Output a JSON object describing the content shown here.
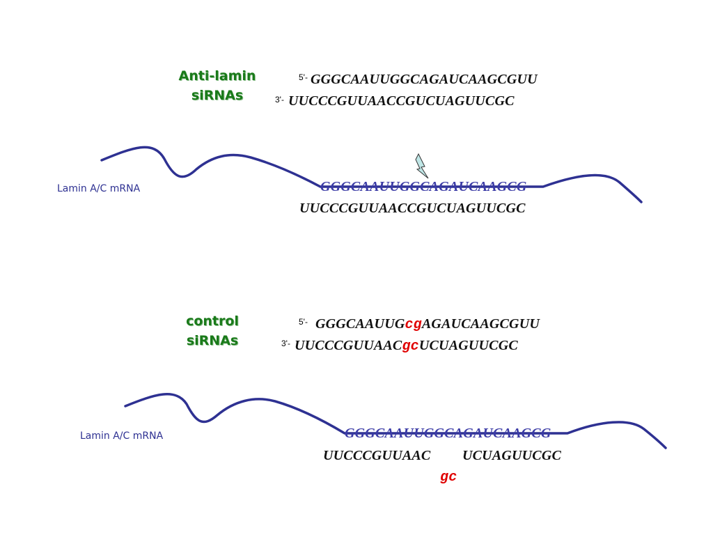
{
  "colors": {
    "title_green": "#1a7a1a",
    "strand_blue": "#2e3192",
    "target_blue": "#3b3ba6",
    "mismatch_red": "#e00000",
    "cleavage_icon": "#bfe6e6"
  },
  "anti_lamin": {
    "title_line1": "Anti-lamin",
    "title_line2": "siRNAs",
    "five_prime_mark": "5'-",
    "three_prime_mark": "3'-",
    "sense_strand": "GGGCAAUUGGCAGAUCAAGCGUU",
    "antisense_strand": "UUCCCGUUAACCGUCUAGUUCGC",
    "mrna_label": "Lamin A/C mRNA",
    "target_seq": "GGGCAAUUGGCAGAUCAAGCG",
    "bound_guide": "UUCCCGUUAACCGUCUAGUUCGC",
    "cleavage_icon": "lightning-bolt-icon"
  },
  "control": {
    "title_line1": "control",
    "title_line2": "siRNAs",
    "five_prime_mark": "5'-",
    "three_prime_mark": "3'-",
    "sense_pre": "GGGCAAUUG",
    "sense_mut": "cg",
    "sense_post": "AGAUCAAGCGUU",
    "antisense_pre": "UUCCCGUUAAC",
    "antisense_mut": "gc",
    "antisense_post": "UCUAGUUCGC",
    "mrna_label": "Lamin A/C mRNA",
    "target_seq": "GGGCAAUUGGCAGAUCAAGCG",
    "bound_left": "UUCCCGUUAAC",
    "bound_right": "UCUAGUUCGC",
    "bulge": "gc"
  }
}
